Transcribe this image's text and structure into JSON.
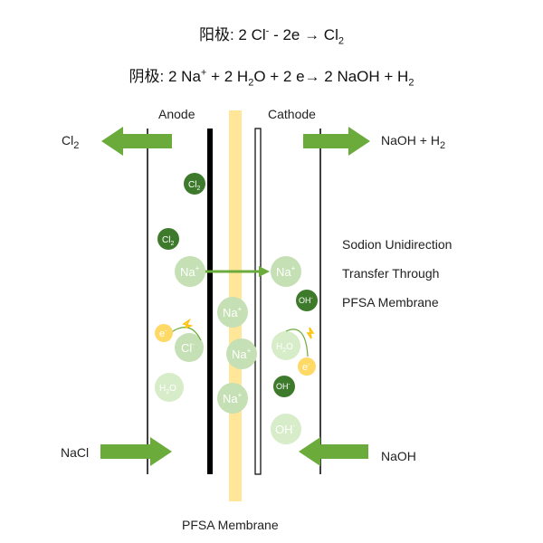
{
  "equations": {
    "anode": {
      "prefix": "阳极: 2 Cl",
      "sup1": "-",
      "mid": " - 2e → Cl",
      "sub1": "2"
    },
    "cathode": {
      "prefix": "阴极: 2 Na",
      "sup1": "+",
      "p2": " + 2 H",
      "sub1": "2",
      "p3": "O + 2 e→ 2 NaOH + H",
      "sub2": "2"
    }
  },
  "labels": {
    "anode": "Anode",
    "cathode": "Cathode",
    "cl2_out": {
      "base": "Cl",
      "sub": "2"
    },
    "naoh_h2_out": {
      "base": "NaOH + H",
      "sub": "2"
    },
    "nacl_in": "NaCl",
    "naoh_in": "NaOH",
    "membrane": "PFSA Membrane"
  },
  "description": {
    "line1": "Sodion Unidirection",
    "line2": "Transfer Through",
    "line3": "PFSA Membrane"
  },
  "ions": {
    "cl2_a": {
      "base": "Cl",
      "sub": "2"
    },
    "cl2_b": {
      "base": "Cl",
      "sub": "2"
    },
    "na_a": {
      "base": "Na",
      "sup": "+"
    },
    "na_b": {
      "base": "Na",
      "sup": "+"
    },
    "na_m1": {
      "base": "Na",
      "sup": "+"
    },
    "na_m2": {
      "base": "Na",
      "sup": "+"
    },
    "na_m3": {
      "base": "Na",
      "sup": "+"
    },
    "oh_a": {
      "base": "OH",
      "sup": "-"
    },
    "oh_b": {
      "base": "OH",
      "sup": "-"
    },
    "oh_c": {
      "base": "OH",
      "sup": "-"
    },
    "e_a": {
      "base": "e",
      "sup": "-"
    },
    "e_b": {
      "base": "e",
      "sup": "-"
    },
    "cl_a": {
      "base": "Cl",
      "sup": "-"
    },
    "h2o_a": {
      "base": "H",
      "sub": "2",
      "tail": "O"
    },
    "h2o_b": {
      "base": "H",
      "sub": "2",
      "tail": "O"
    }
  },
  "colors": {
    "arrow_green": "#6aab3c",
    "ion_dark": "#3d7a2c",
    "ion_mid": "#5f9f45",
    "ion_light": "#c5e0b4",
    "electron": "#ffd966",
    "membrane": "#ffe699"
  }
}
